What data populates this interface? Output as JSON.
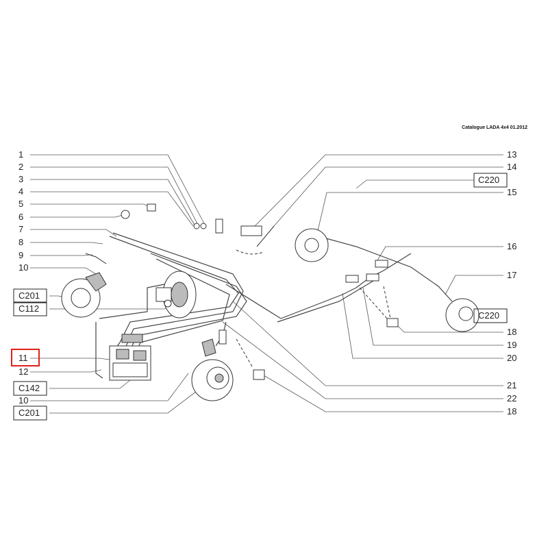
{
  "header": {
    "catalogue": "Catalogue LADA 4x4  01.2012"
  },
  "callouts_left": [
    {
      "label": "1",
      "boxed": false,
      "highlight": false
    },
    {
      "label": "2",
      "boxed": false,
      "highlight": false
    },
    {
      "label": "3",
      "boxed": false,
      "highlight": false
    },
    {
      "label": "4",
      "boxed": false,
      "highlight": false
    },
    {
      "label": "5",
      "boxed": false,
      "highlight": false
    },
    {
      "label": "6",
      "boxed": false,
      "highlight": false
    },
    {
      "label": "7",
      "boxed": false,
      "highlight": false
    },
    {
      "label": "8",
      "boxed": false,
      "highlight": false
    },
    {
      "label": "9",
      "boxed": false,
      "highlight": false
    },
    {
      "label": "10",
      "boxed": false,
      "highlight": false
    },
    {
      "label": "C201",
      "boxed": true,
      "highlight": false
    },
    {
      "label": "C112",
      "boxed": true,
      "highlight": false
    },
    {
      "label": "11",
      "boxed": false,
      "highlight": true
    },
    {
      "label": "12",
      "boxed": false,
      "highlight": false
    },
    {
      "label": "C142",
      "boxed": true,
      "highlight": false
    },
    {
      "label": "10",
      "boxed": false,
      "highlight": false
    },
    {
      "label": "C201",
      "boxed": true,
      "highlight": false
    }
  ],
  "callouts_right": [
    {
      "label": "13",
      "boxed": false
    },
    {
      "label": "14",
      "boxed": false
    },
    {
      "label": "C220",
      "boxed": true
    },
    {
      "label": "15",
      "boxed": false
    },
    {
      "label": "16",
      "boxed": false
    },
    {
      "label": "17",
      "boxed": false
    },
    {
      "label": "C220",
      "boxed": true
    },
    {
      "label": "18",
      "boxed": false
    },
    {
      "label": "19",
      "boxed": false
    },
    {
      "label": "20",
      "boxed": false
    },
    {
      "label": "21",
      "boxed": false
    },
    {
      "label": "22",
      "boxed": false
    },
    {
      "label": "18",
      "boxed": false
    }
  ],
  "colors": {
    "highlight": "#e0201c",
    "line": "#444444"
  }
}
